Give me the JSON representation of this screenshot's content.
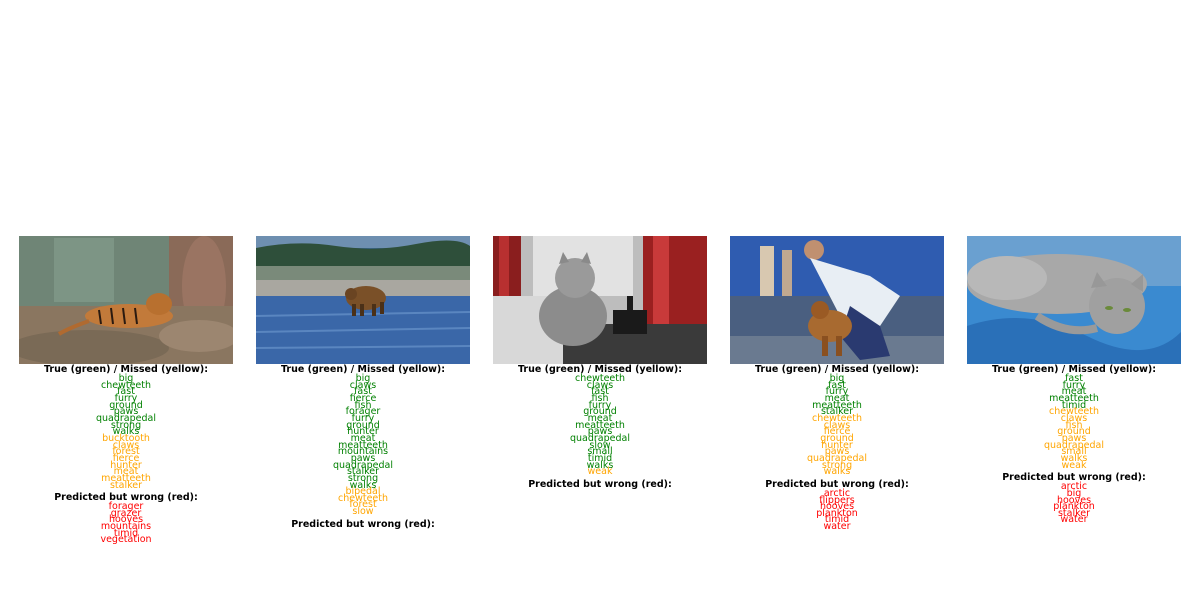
{
  "colors": {
    "true": "#008000",
    "missed": "#FFA500",
    "wrong": "#FF0000"
  },
  "panels": [
    {
      "photo": "tiger lying on rocks in a zoo enclosure",
      "true_heading": "True (green) / Missed (yellow):",
      "true": [
        "big",
        "chewteeth",
        "fast",
        "furry",
        "ground",
        "paws",
        "quadrapedal",
        "strong",
        "walks"
      ],
      "missed": [
        "bucktooth",
        "claws",
        "forest",
        "fierce",
        "hunter",
        "meat",
        "meatteeth",
        "stalker"
      ],
      "wrong_heading": "Predicted but wrong (red):",
      "wrong": [
        "forager",
        "grazer",
        "hooves",
        "mountains",
        "timid",
        "vegetation"
      ]
    },
    {
      "photo": "brown bear walking on a wet shoreline",
      "true_heading": "True (green) / Missed (yellow):",
      "true": [
        "big",
        "claws",
        "fast",
        "fierce",
        "fish",
        "forager",
        "furry",
        "ground",
        "hunter",
        "meat",
        "meatteeth",
        "mountains",
        "paws",
        "quadrapedal",
        "stalker",
        "strong",
        "walks"
      ],
      "missed": [
        "bipedal",
        "chewteeth",
        "forest",
        "slow"
      ],
      "wrong_heading": "Predicted but wrong (red):",
      "wrong": []
    },
    {
      "photo": "grey fluffy cat sitting by a window",
      "true_heading": "True (green) / Missed (yellow):",
      "true": [
        "chewteeth",
        "claws",
        "fast",
        "fish",
        "furry",
        "ground",
        "meat",
        "meatteeth",
        "paws",
        "quadrapedal",
        "slow",
        "small",
        "timid",
        "walks"
      ],
      "missed": [
        "weak"
      ],
      "wrong_heading": "Predicted but wrong (red):",
      "wrong": []
    },
    {
      "photo": "woman crouching with a dog on a leash",
      "true_heading": "True (green) / Missed (yellow):",
      "true": [
        "big",
        "fast",
        "furry",
        "meat",
        "meatteeth",
        "stalker"
      ],
      "missed": [
        "chewteeth",
        "claws",
        "fierce",
        "ground",
        "hunter",
        "paws",
        "quadrapedal",
        "strong",
        "walks"
      ],
      "wrong_heading": "Predicted but wrong (red):",
      "wrong": [
        "arctic",
        "flippers",
        "hooves",
        "plankton",
        "timid",
        "water"
      ]
    },
    {
      "photo": "grey long-haired cat lying on a blue blanket",
      "true_heading": "True (green) / Missed (yellow):",
      "true": [
        "fast",
        "furry",
        "meat",
        "meatteeth",
        "timid"
      ],
      "missed": [
        "chewteeth",
        "claws",
        "fish",
        "ground",
        "paws",
        "quadrapedal",
        "small",
        "walks",
        "weak"
      ],
      "wrong_heading": "Predicted but wrong (red):",
      "wrong": [
        "arctic",
        "big",
        "hooves",
        "plankton",
        "stalker",
        "water"
      ]
    }
  ]
}
